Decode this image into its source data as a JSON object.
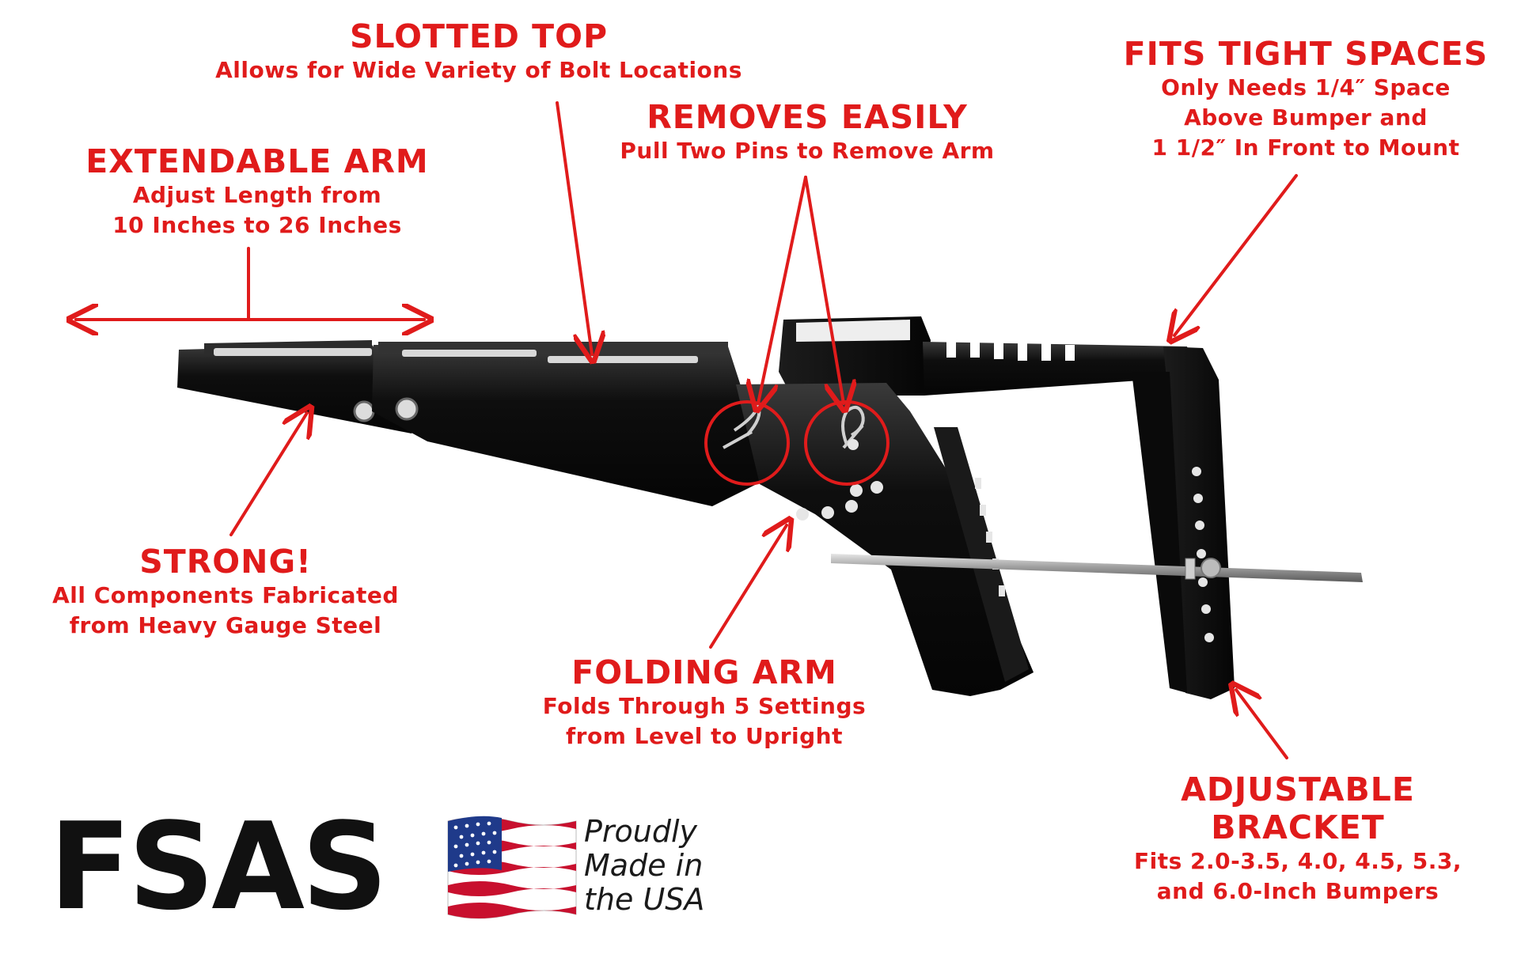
{
  "callouts": {
    "slotted_top": {
      "title": "SLOTTED TOP",
      "lines": [
        "Allows for Wide Variety of Bolt Locations"
      ]
    },
    "removes_easily": {
      "title": "REMOVES EASILY",
      "lines": [
        "Pull Two Pins to Remove Arm"
      ]
    },
    "extendable_arm": {
      "title": "EXTENDABLE ARM",
      "lines": [
        "Adjust Length from",
        "10 Inches to 26 Inches"
      ]
    },
    "fits_tight": {
      "title": "FITS TIGHT SPACES",
      "lines": [
        "Only Needs 1/4″ Space",
        "Above Bumper and",
        "1 1/2″ In Front to Mount"
      ]
    },
    "strong": {
      "title": "STRONG!",
      "lines": [
        "All Components Fabricated",
        "from Heavy Gauge Steel"
      ]
    },
    "folding_arm": {
      "title": "FOLDING ARM",
      "lines": [
        "Folds Through 5 Settings",
        "from Level to Upright"
      ]
    },
    "adjustable_bracket": {
      "title_lines": [
        "ADJUSTABLE",
        "BRACKET"
      ],
      "lines": [
        "Fits 2.0-3.5, 4.0, 4.5, 5.3,",
        "and 6.0-Inch Bumpers"
      ]
    }
  },
  "brand": {
    "logo_text": "FSAS",
    "tagline_lines": [
      "Proudly",
      "Made in",
      "the USA"
    ]
  },
  "colors": {
    "accent": "#e01b1b",
    "steel": "#0d0d0d",
    "logo": "#111111"
  },
  "icons": {
    "flag": "us-flag-icon",
    "pins": "hitch-pin-icon"
  }
}
